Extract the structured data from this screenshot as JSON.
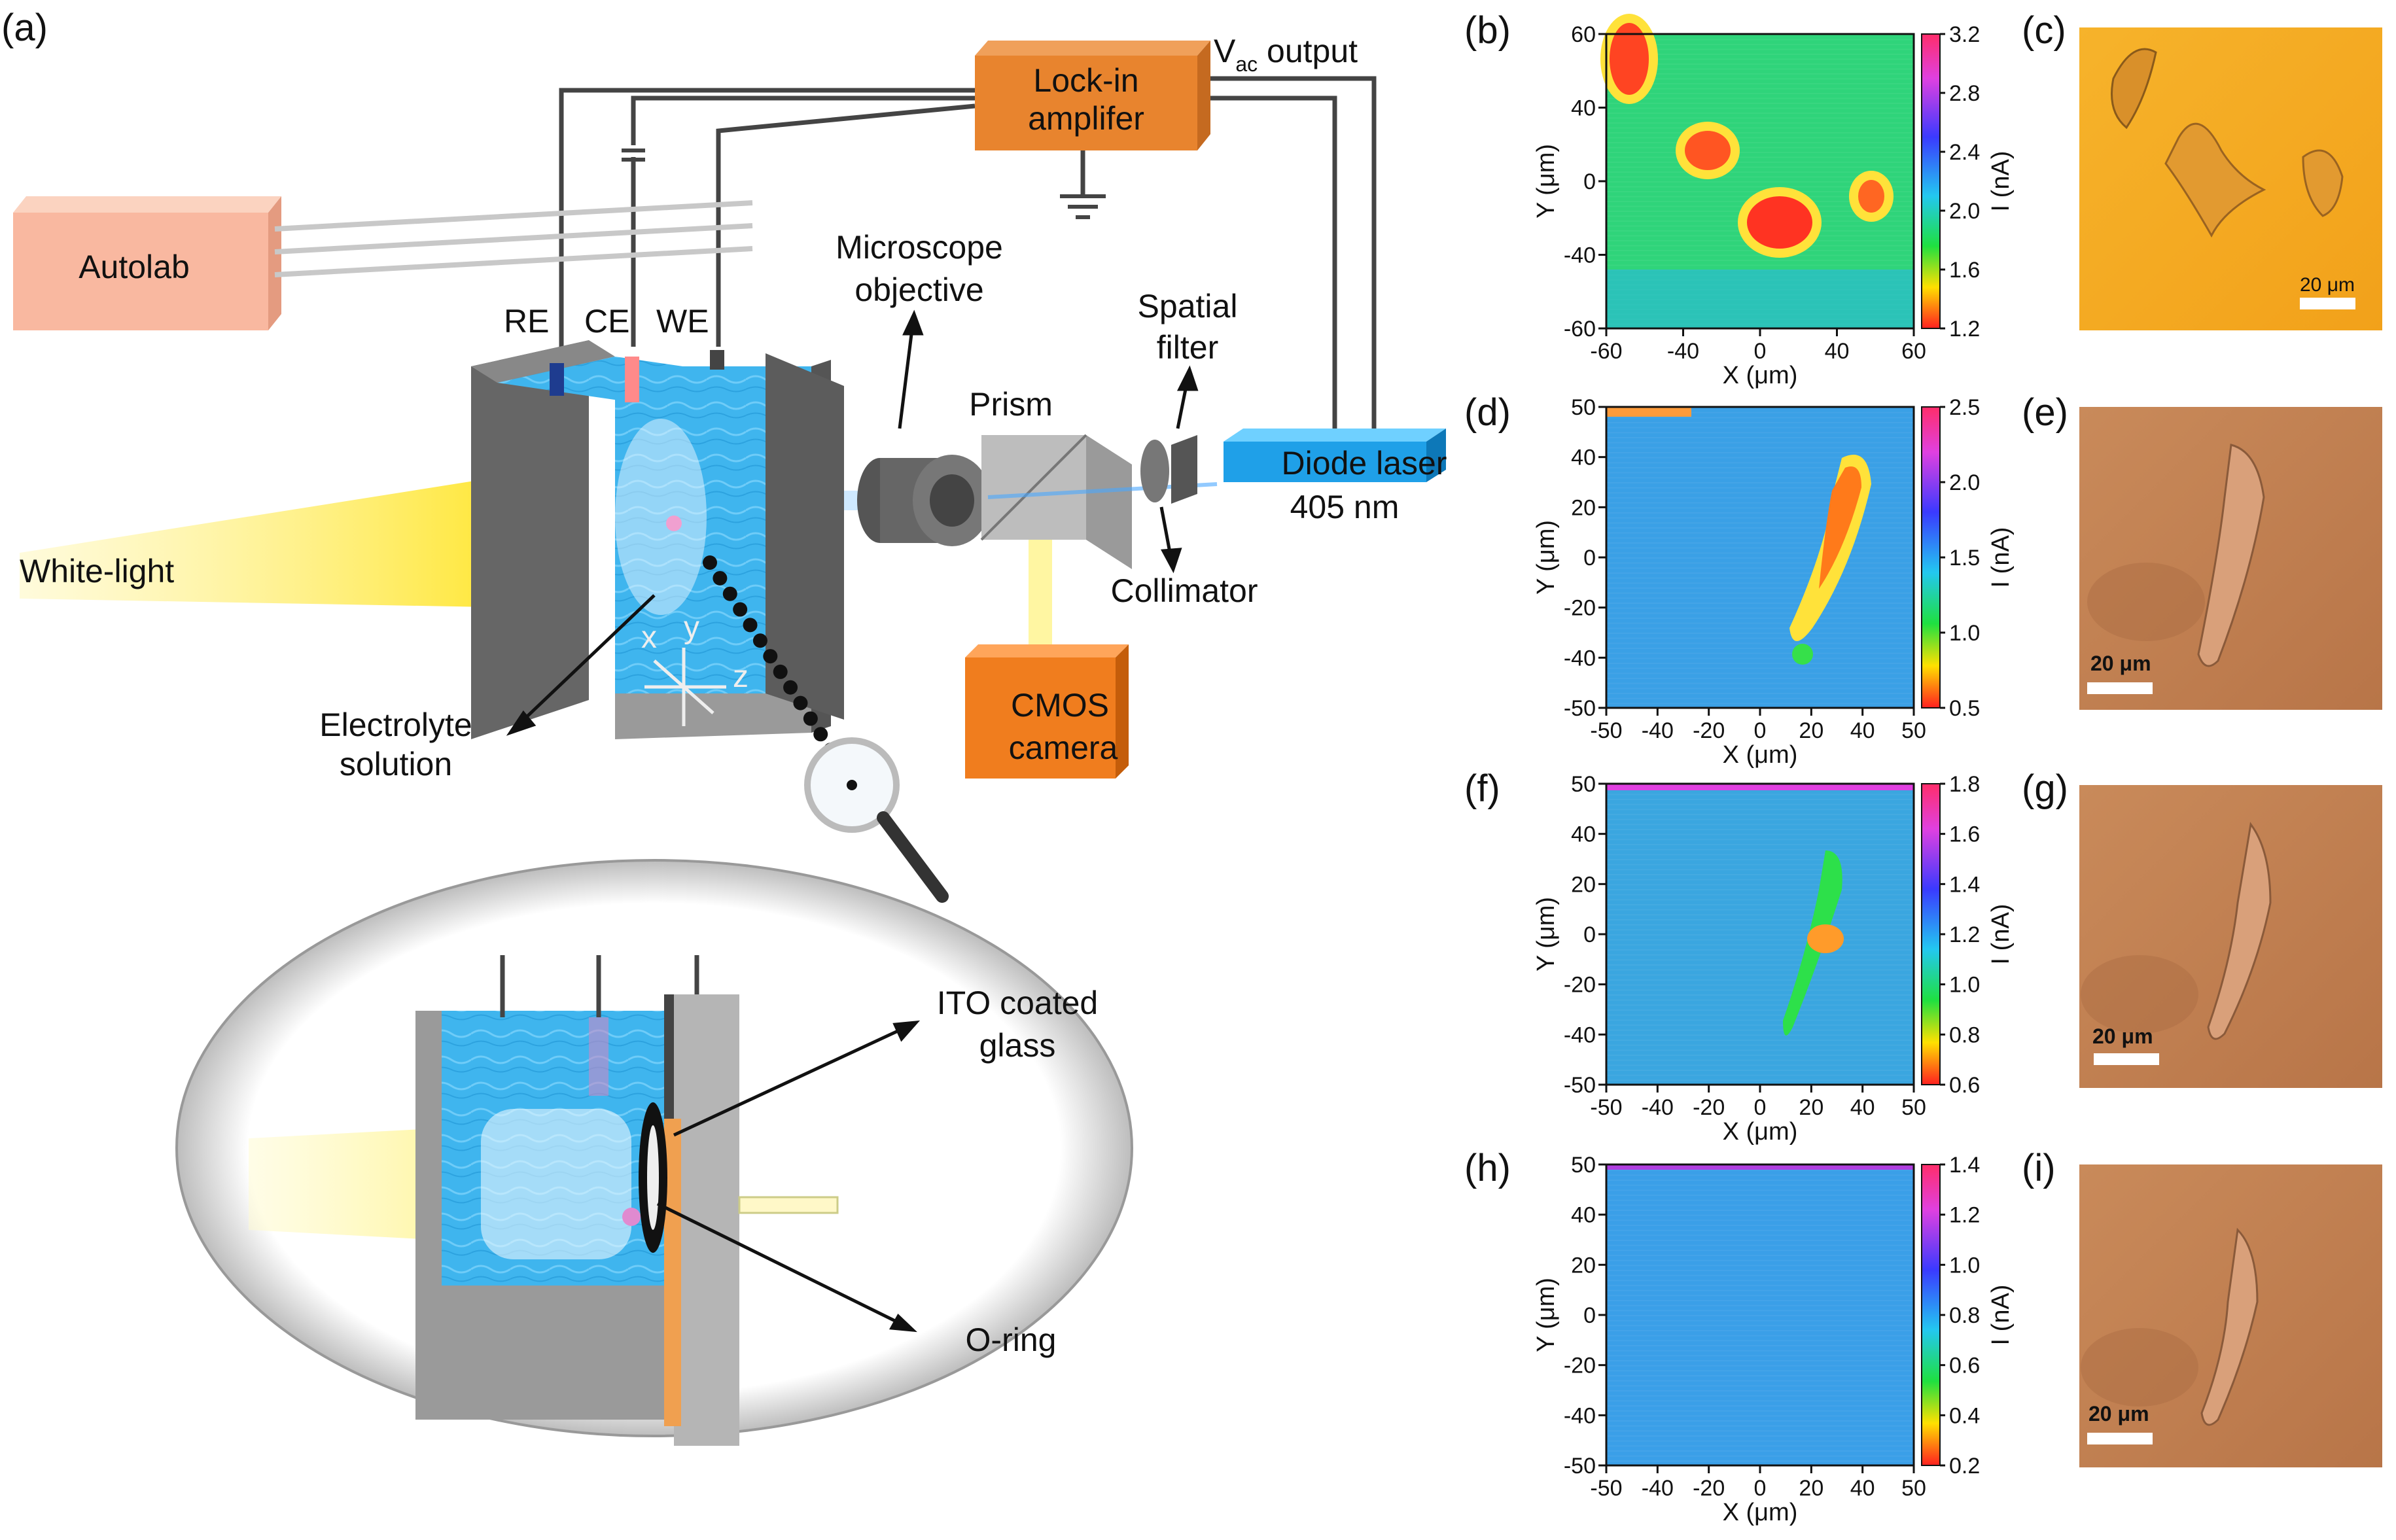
{
  "panel_labels": {
    "a": "(a)",
    "b": "(b)",
    "c": "(c)",
    "d": "(d)",
    "e": "(e)",
    "f": "(f)",
    "g": "(g)",
    "h": "(h)",
    "i": "(i)"
  },
  "setup": {
    "lockin_line1": "Lock-in",
    "lockin_line2": "amplifer",
    "vac_v": "V",
    "vac_sub": "ac",
    "vac_rest": " output",
    "autolab": "Autolab",
    "re": "RE",
    "ce": "CE",
    "we": "WE",
    "microscope_line1": "Microscope",
    "microscope_line2": "objective",
    "prism": "Prism",
    "spatial_line1": "Spatial",
    "spatial_line2": "filter",
    "diode_line1": "Diode laser",
    "diode_line2": "405 nm",
    "collimator": "Collimator",
    "white_light": "White-light",
    "cmos_line1": "CMOS",
    "cmos_line2": "camera",
    "electrolyte_line1": "Electrolyte",
    "electrolyte_line2": "solution",
    "ito_line1": "ITO coated",
    "ito_line2": "glass",
    "oring": "O-ring",
    "axis_x": "x",
    "axis_y": "y",
    "axis_z": "z"
  },
  "maps": [
    {
      "id": "b",
      "xticks": [
        "-60",
        "-40",
        "0",
        "40",
        "60"
      ],
      "yticks": [
        "60",
        "40",
        "0",
        "-40",
        "-60"
      ],
      "cbar": [
        "3.2",
        "2.8",
        "2.4",
        "2.0",
        "1.6",
        "1.2"
      ],
      "xlabel": "X (μm)",
      "ylabel": "Y (μm)",
      "clabel": "I (nA)"
    },
    {
      "id": "d",
      "xticks": [
        "-50",
        "-40",
        "-20",
        "0",
        "20",
        "40",
        "50"
      ],
      "yticks": [
        "50",
        "40",
        "20",
        "0",
        "-20",
        "-40",
        "-50"
      ],
      "cbar": [
        "2.5",
        "2.0",
        "1.5",
        "1.0",
        "0.5"
      ],
      "xlabel": "X (μm)",
      "ylabel": "Y (μm)",
      "clabel": "I (nA)"
    },
    {
      "id": "f",
      "xticks": [
        "-50",
        "-40",
        "-20",
        "0",
        "20",
        "40",
        "50"
      ],
      "yticks": [
        "50",
        "40",
        "20",
        "0",
        "-20",
        "-40",
        "-50"
      ],
      "cbar": [
        "1.8",
        "1.6",
        "1.4",
        "1.2",
        "1.0",
        "0.8",
        "0.6"
      ],
      "xlabel": "X (μm)",
      "ylabel": "Y (μm)",
      "clabel": "I (nA)"
    },
    {
      "id": "h",
      "xticks": [
        "-50",
        "-40",
        "-20",
        "0",
        "20",
        "40",
        "50"
      ],
      "yticks": [
        "50",
        "40",
        "20",
        "0",
        "-20",
        "-40",
        "-50"
      ],
      "cbar": [
        "1.4",
        "1.2",
        "1.0",
        "0.8",
        "0.6",
        "0.4",
        "0.2"
      ],
      "xlabel": "X (μm)",
      "ylabel": "Y (μm)",
      "clabel": "I (nA)"
    }
  ],
  "scalebars": {
    "c": "20 μm",
    "e": "20 μm",
    "g": "20 μm",
    "i": "20 μm"
  }
}
